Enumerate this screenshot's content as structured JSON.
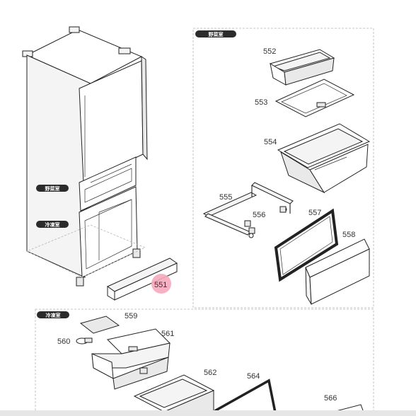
{
  "sections": {
    "vegetable": "野菜室",
    "freezer": "冷凍室"
  },
  "parts": {
    "p551": "551",
    "p552": "552",
    "p553": "553",
    "p554": "554",
    "p555": "555",
    "p556": "556",
    "p557": "557",
    "p558": "558",
    "p559": "559",
    "p560": "560",
    "p561": "561",
    "p562": "562",
    "p564": "564",
    "p566": "566"
  },
  "colors": {
    "highlight": "#f7a9bd",
    "pill": "#2b2b2b"
  }
}
